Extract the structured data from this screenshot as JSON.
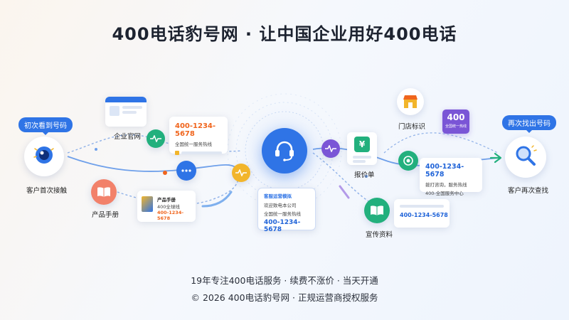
{
  "title": "400电话豹号网 · 让中国企业用好400电话",
  "footer": {
    "line1": "19年专注400电话服务 · 续费不涨价 · 当天开通",
    "line2": "© 2026 400电话豹号网 · 正规运营商授权服务"
  },
  "nodes": {
    "start_bubble": "初次看到号码",
    "start_label": "客户首次接触",
    "website_label": "企业官网",
    "brochure_label": "产品手册",
    "price_label": "报价单",
    "store_label": "门店标识",
    "promo_label": "宣传资料",
    "end_bubble": "再次找出号码",
    "end_label": "客户再次查找"
  },
  "cards": {
    "card1_number": "400-1234-5678",
    "card1_text": "全国统一服务热线",
    "card2_title": "产品手册",
    "card2_line": "400全球线",
    "card2_number": "400-1234-5678",
    "center_line1": "客服运营模拟",
    "center_line2": "欢迎致电本公司",
    "center_line3": "全国统一服务热线",
    "center_number": "400-1234-5678",
    "right_number": "400-1234-5678",
    "right_line1": "拨打咨询，服务热线",
    "right_line2": "400-全国服务中心",
    "store_badge": "400",
    "store_badge_sub": "全国统一热线",
    "price_badge": "¥",
    "promo_number": "400-1234-5678"
  },
  "colors": {
    "accent_blue": "#2f74e6",
    "orange": "#f0651d",
    "green": "#22b07d",
    "purple": "#7a55d6",
    "yellow": "#f2b52b"
  },
  "icons": {
    "start": "eye-icon",
    "website": "browser-window-icon",
    "brochure": "open-book-icon",
    "center": "headset-icon",
    "price": "document-price-icon",
    "store": "shop-icon",
    "promo": "open-book-icon",
    "end": "magnifier-icon"
  }
}
